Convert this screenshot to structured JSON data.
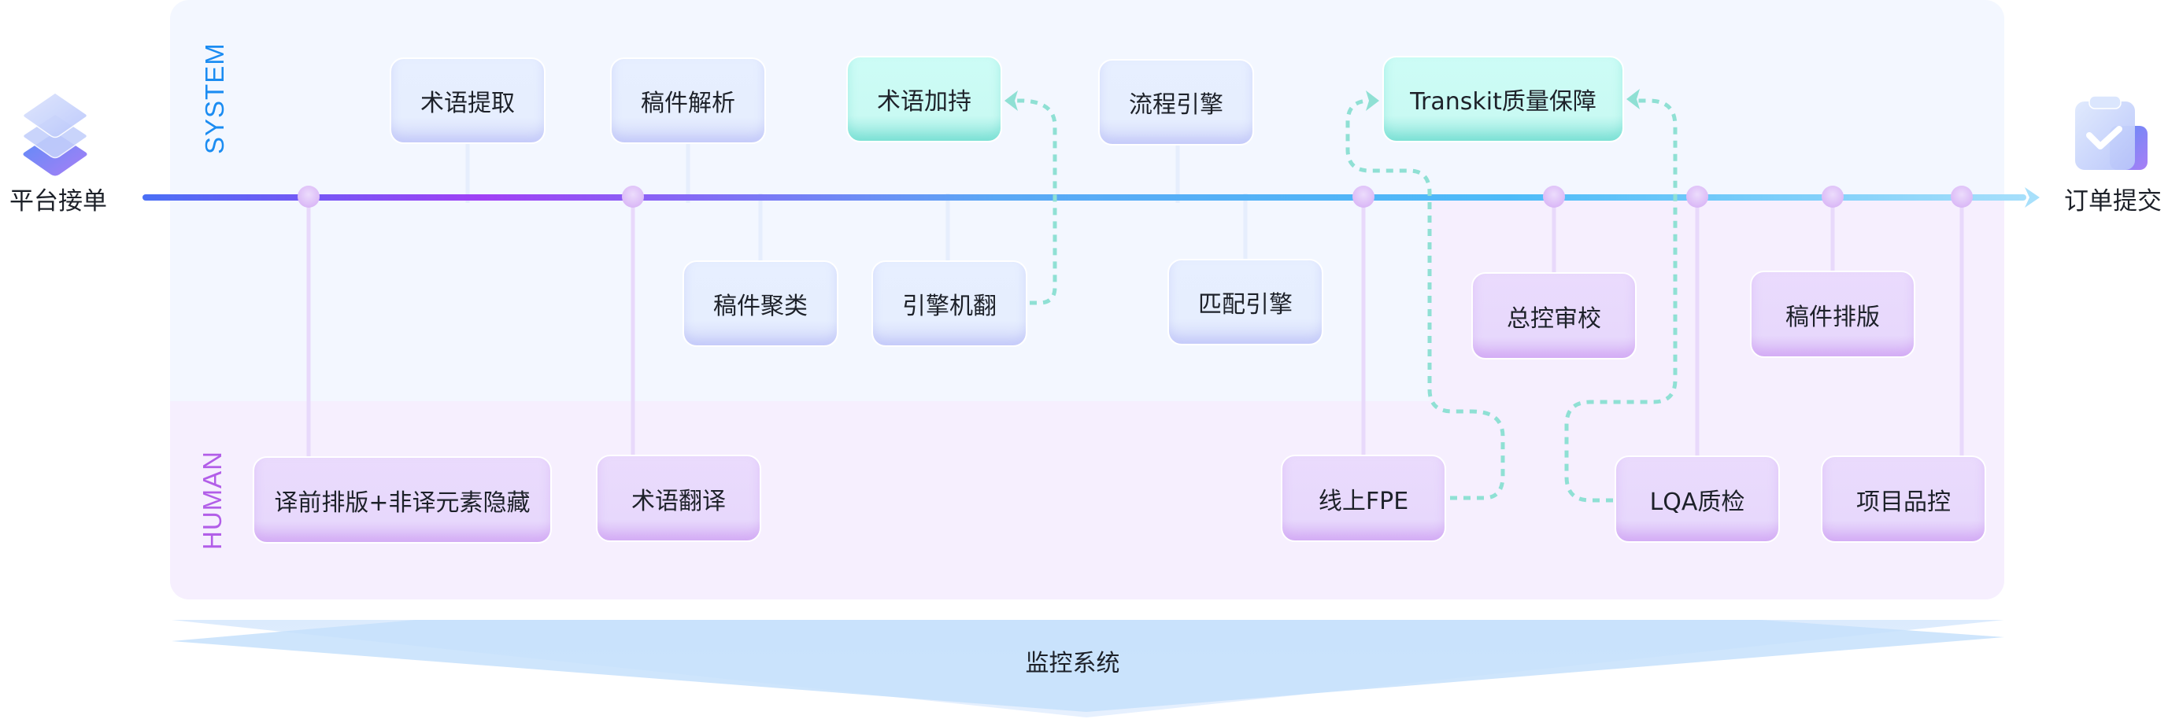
{
  "start": {
    "label": "平台接单",
    "icon": "layers-stack-icon"
  },
  "end": {
    "label": "订单提交",
    "icon": "clipboard-check-icon"
  },
  "lanes": {
    "system": "SYSTEM",
    "human": "HUMAN"
  },
  "system_nodes": {
    "term_extract": "术语提取",
    "doc_parse": "稿件解析",
    "term_boost": "术语加持",
    "flow_engine": "流程引擎",
    "transkit_qa": "Transkit质量保障",
    "doc_cluster": "稿件聚类",
    "engine_mt": "引擎机翻",
    "match_engine": "匹配引擎"
  },
  "human_nodes": {
    "pre_layout": "译前排版+非译元素隐藏",
    "term_translate": "术语翻译",
    "online_fpe": "线上FPE",
    "lqa": "LQA质检",
    "project_qc": "项目品控",
    "master_review": "总控审校",
    "doc_layout": "稿件排版"
  },
  "monitor": {
    "label": "监控系统"
  },
  "colors": {
    "system_label": "#1b8cf2",
    "human_label": "#b25ee8",
    "system_bg": "#f3f7ff",
    "human_bg": "#f6effe",
    "highlight_node": "#c9faf3",
    "dashed_link": "#8fe0d4",
    "timeline_start": "#4a6ff5",
    "timeline_mid": "#a040f5",
    "timeline_end": "#a8e0fb"
  }
}
